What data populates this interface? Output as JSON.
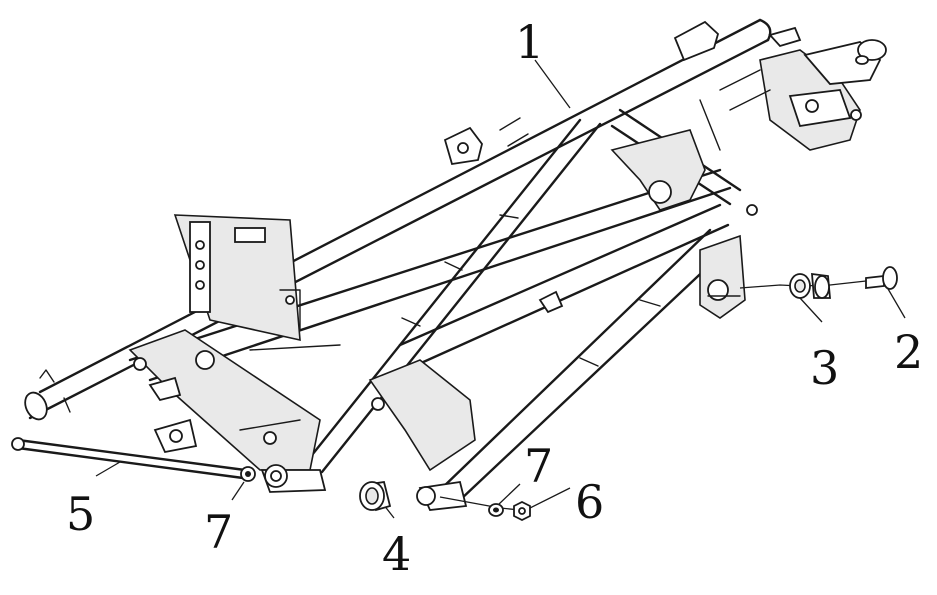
{
  "diagram": {
    "callouts": [
      {
        "id": "c1",
        "text": "1"
      },
      {
        "id": "c2",
        "text": "2"
      },
      {
        "id": "c3",
        "text": "3"
      },
      {
        "id": "c4",
        "text": "4"
      },
      {
        "id": "c5",
        "text": "5"
      },
      {
        "id": "c6",
        "text": "6"
      },
      {
        "id": "c7a",
        "text": "7"
      },
      {
        "id": "c7b",
        "text": "7"
      }
    ]
  }
}
